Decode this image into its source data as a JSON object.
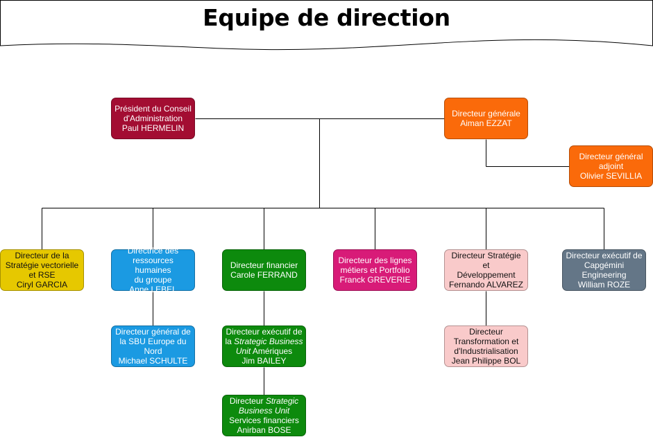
{
  "title": "Equipe de direction",
  "colors": {
    "crimson": "#a30d32",
    "orange": "#fa6a0a",
    "yellow": "#e6c800",
    "blue": "#1b9ae2",
    "green": "#0d8a0d",
    "magenta": "#d81b78",
    "pink": "#f9caca",
    "slate": "#647687",
    "line": "#000000"
  },
  "nodes": {
    "president": {
      "lines": [
        "Président du Conseil",
        "d'Administration",
        "Paul HERMELIN"
      ]
    },
    "dg": {
      "lines": [
        "Directeur générale",
        "Aiman EZZAT"
      ]
    },
    "dg_adjoint": {
      "lines": [
        "Directeur général",
        "adjoint",
        "Olivier SEVILLIA"
      ]
    },
    "rse": {
      "lines": [
        "Directeur de la",
        "Stratégie vectorielle",
        "et RSE",
        "Ciryl GARCIA"
      ]
    },
    "rh": {
      "lines": [
        "Directrice des",
        "ressources humaines",
        "du groupe",
        "Anne LEBEL"
      ]
    },
    "sbu_europe": {
      "lines": [
        "Directeur général de",
        "la SBU Europe du",
        "Nord",
        "Michael SCHULTE"
      ]
    },
    "finance": {
      "lines": [
        "Directeur financier",
        "Carole FERRAND"
      ]
    },
    "sbu_ameriques": {
      "line1": "Directeur exécutif de",
      "line2_prefix": "la ",
      "line2_italic": "Strategic Business",
      "line3_italic": "Unit",
      "line3_suffix": " Amériques",
      "line4": "Jim BAILEY"
    },
    "sbu_finance": {
      "line1_prefix": "Directeur ",
      "line1_italic": "Strategic",
      "line2_italic": "Business Unit",
      "line3": "Services financiers",
      "line4": "Anirban BOSE"
    },
    "lignes_metiers": {
      "lines": [
        "Directeur des lignes",
        "métiers et Portfolio",
        "Franck GREVERIE"
      ]
    },
    "strategie_dev": {
      "lines": [
        "Directeur Stratégie et",
        "Développement",
        "Fernando ALVAREZ"
      ]
    },
    "transformation": {
      "lines": [
        "Directeur",
        "Transformation et",
        "d'Industrialisation",
        "Jean Philippe BOL"
      ]
    },
    "engineering": {
      "lines": [
        "Directeur exécutif de",
        "Capgémini",
        "Engineering",
        "William ROZE"
      ]
    }
  }
}
